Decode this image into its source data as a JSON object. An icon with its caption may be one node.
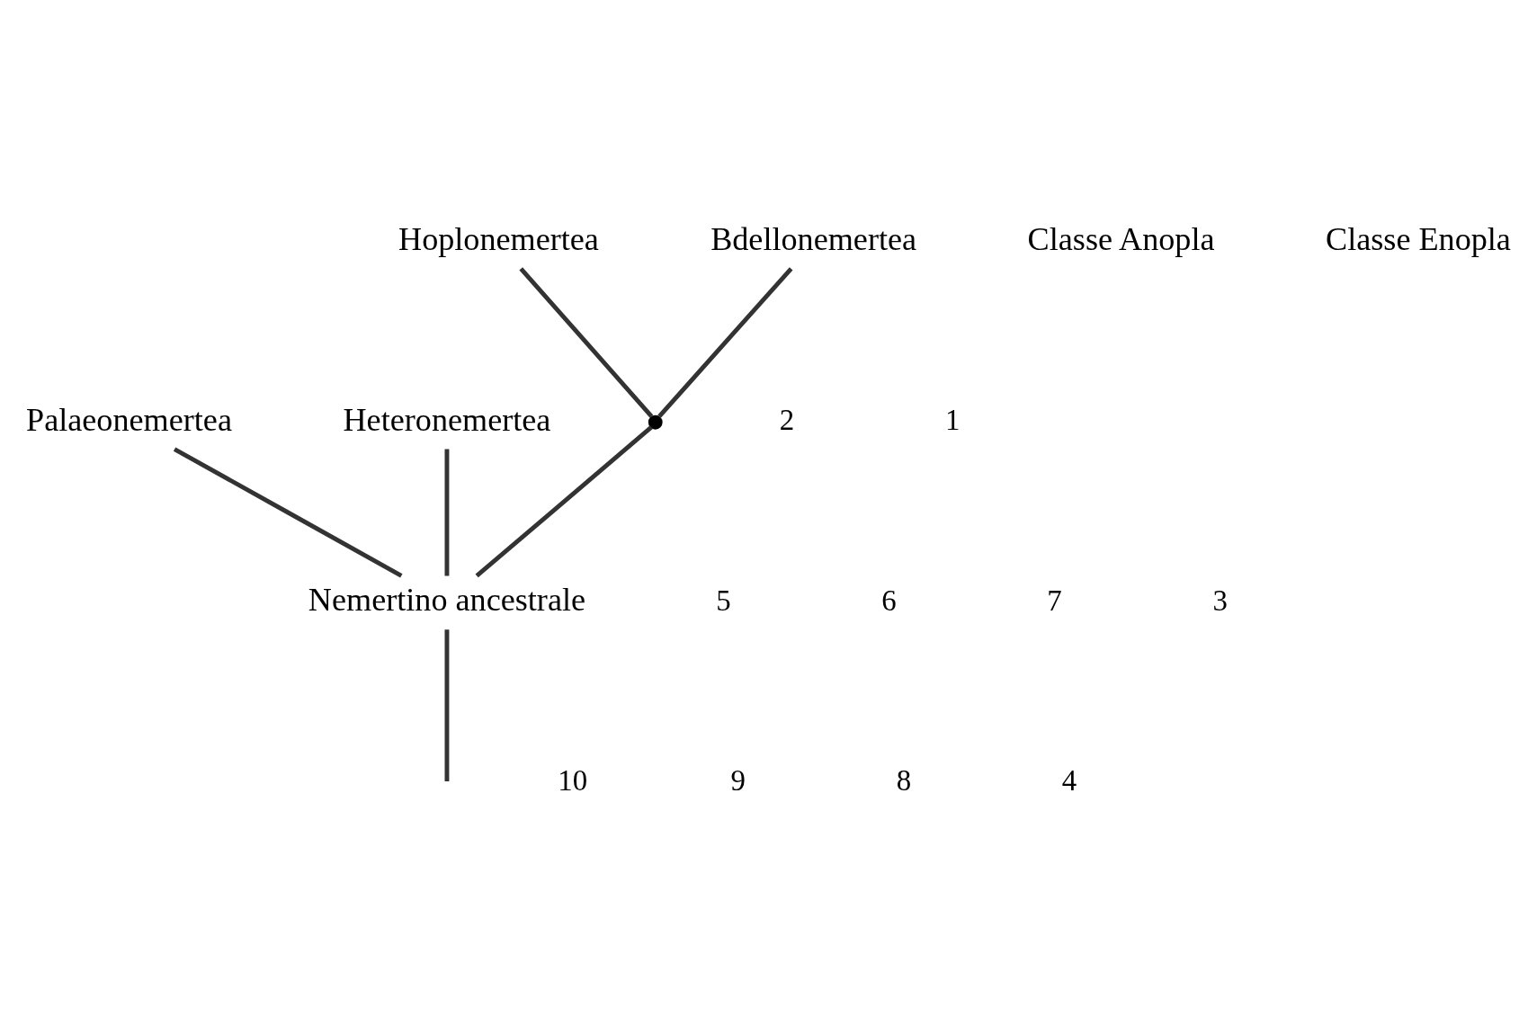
{
  "diagram": {
    "nodes": [
      {
        "text": [
          "Nemertino ancestrale"
        ]
      },
      {
        "text": [
          "Palaeonemertea"
        ]
      },
      {
        "text": [
          "Heteronemertea"
        ]
      },
      {
        "text": [
          "Hoplonemertea"
        ]
      },
      {
        "text": [
          "Bdellonemertea"
        ]
      },
      {
        "text": [],
        "shape": "point"
      }
    ],
    "edges": [
      {
        "from": null,
        "to": 0,
        "arrow": "none"
      },
      {
        "from": 0,
        "to": 1,
        "arrow": "none"
      },
      {
        "from": 0,
        "to": 2,
        "arrow": "none"
      },
      {
        "from": 0,
        "to": 5,
        "arrow": "none"
      },
      {
        "from": 5,
        "to": 3,
        "arrow": "none"
      },
      {
        "from": 5,
        "to": 4,
        "arrow": "none"
      }
    ],
    "labels": [
      "Classe Anopla",
      "Classe Enopla",
      "10",
      "5",
      "9",
      "6",
      "8",
      "7",
      "2",
      "4",
      "3",
      "1"
    ]
  }
}
